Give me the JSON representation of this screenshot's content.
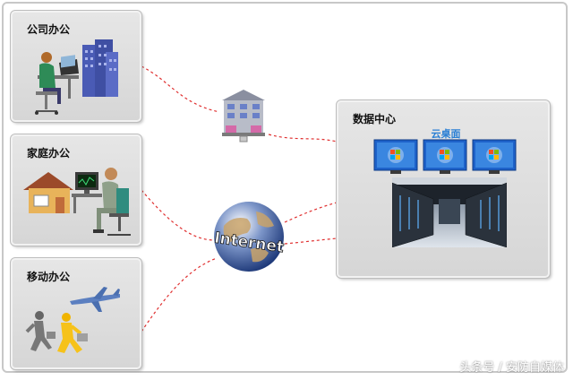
{
  "panels": {
    "office": "公司办公",
    "home": "家庭办公",
    "mobile": "移动办公",
    "datacenter": "数据中心"
  },
  "cloud_desktop_label": "云桌面",
  "globe_text": "Internet",
  "watermark": "头条号 / 安防自媒体",
  "colors": {
    "link": "#e03030",
    "cloud_label": "#2a7fd4",
    "building": "#4a5bb5"
  },
  "icons": [
    "office-worker-icon",
    "office-building-icon",
    "home-house-icon",
    "home-worker-icon",
    "runners-icon",
    "airplane-icon",
    "network-building-icon",
    "internet-globe-icon",
    "windows-desktop-icon",
    "server-room-icon"
  ]
}
